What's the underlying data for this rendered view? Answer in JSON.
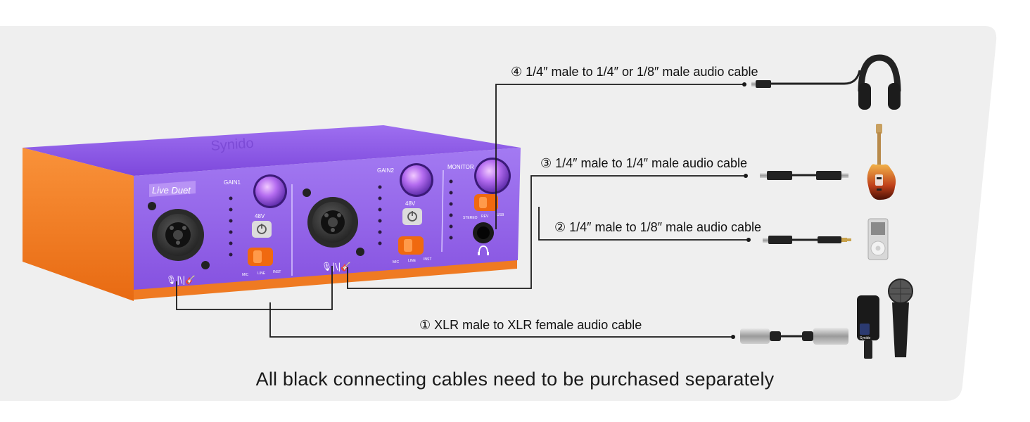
{
  "device": {
    "model_label": "Live Duet",
    "gain1_label": "GAIN1",
    "gain2_label": "GAIN2",
    "monitor_label": "MONITOR",
    "phantom1_label": "48V",
    "phantom2_label": "48V",
    "input_mode_labels": [
      "MIC",
      "LINE",
      "INST"
    ],
    "monitor_mode_labels": [
      "STEREO",
      "REV",
      "USB"
    ],
    "body_color": "#8a55e6",
    "accent_color": "#f47a1e"
  },
  "cables": [
    {
      "number": "①",
      "text": "XLR male to XLR female audio cable",
      "device": "microphone"
    },
    {
      "number": "②",
      "text": "1/4″ male to 1/8″ male audio cable",
      "device": "mp3-player"
    },
    {
      "number": "③",
      "text": "1/4″ male to 1/4″ male audio cable",
      "device": "electric-bass"
    },
    {
      "number": "④",
      "text": "1/4″ male to 1/4″ or 1/8″ male audio cable",
      "device": "headphones"
    }
  ],
  "footer": "All black connecting cables need to be purchased separately",
  "colors": {
    "panel": "#efefef",
    "cable": "#1a1a1a"
  }
}
